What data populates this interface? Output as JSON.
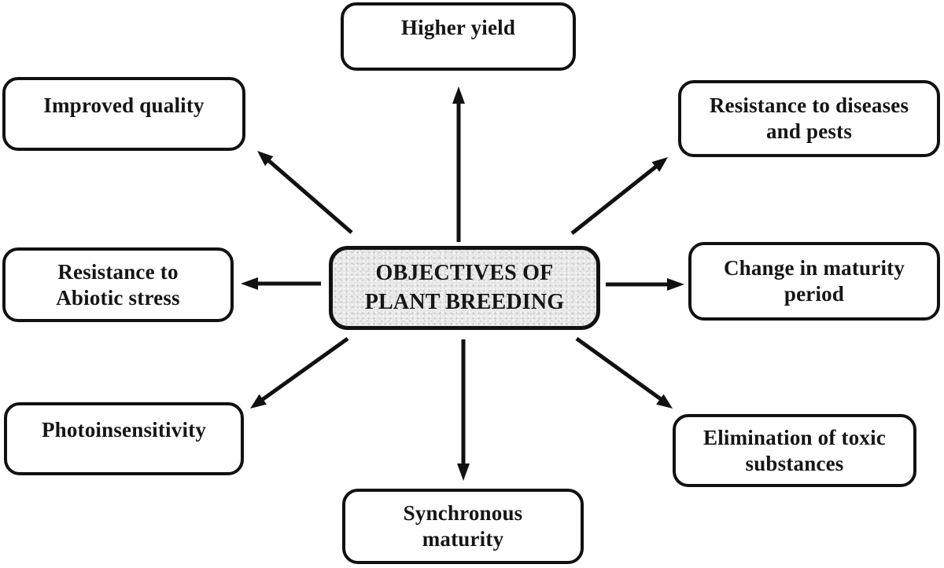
{
  "center_node": {
    "label": "OBJECTIVES OF\nPLANT BREEDING"
  },
  "nodes": {
    "higher_yield": {
      "label": "Higher yield"
    },
    "improved_quality": {
      "label": "Improved quality"
    },
    "resistance_diseases": {
      "label": "Resistance to diseases\nand pests"
    },
    "resistance_abiotic": {
      "label": "Resistance to\nAbiotic stress"
    },
    "change_maturity": {
      "label": "Change in maturity\nperiod"
    },
    "photoinsensitivity": {
      "label": "Photoinsensitivity"
    },
    "elimination_toxic": {
      "label": "Elimination of toxic\nsubstances"
    },
    "synchronous_maturity": {
      "label": "Synchronous\nmaturity"
    }
  },
  "colors": {
    "box_border": "#111111",
    "box_background": "#ffffff",
    "center_background": "#e7e7e7",
    "arrow": "#111111",
    "text": "#151515"
  }
}
